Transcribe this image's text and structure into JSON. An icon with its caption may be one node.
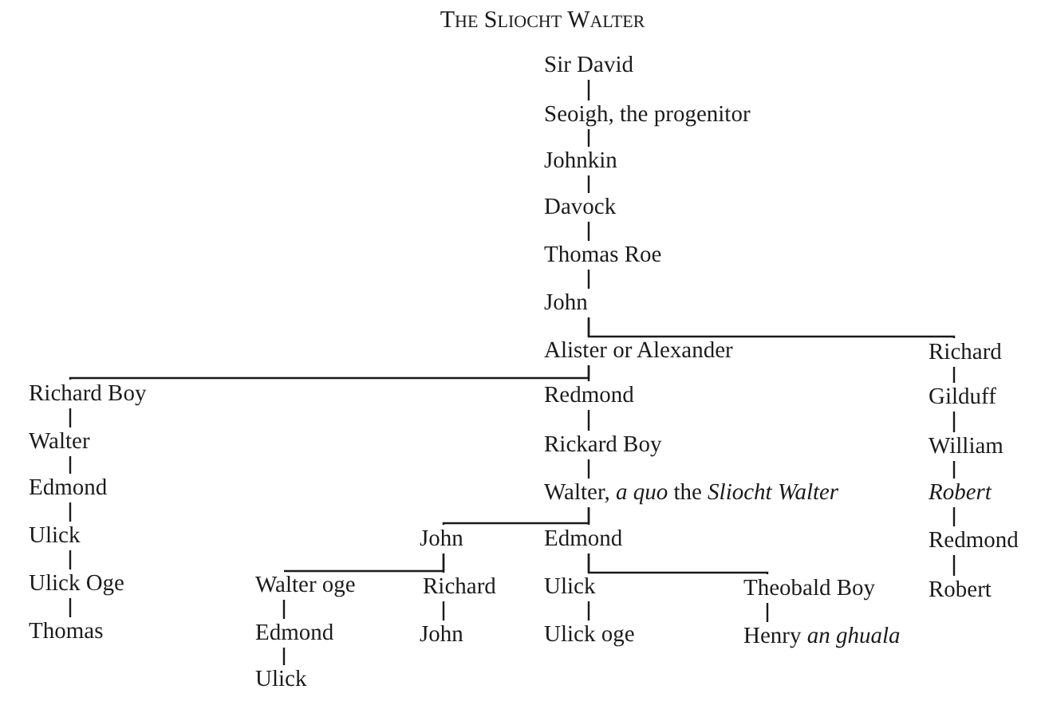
{
  "diagram": {
    "title": "The Sliocht Walter",
    "nodes": [
      {
        "text": [
          "Sir David"
        ]
      },
      {
        "text": [
          "Seoigh, the progenitor"
        ]
      },
      {
        "text": [
          "Johnkin"
        ]
      },
      {
        "text": [
          "Davock"
        ]
      },
      {
        "text": [
          "Thomas Roe"
        ]
      },
      {
        "text": [
          "John"
        ]
      },
      {
        "text": [
          "Alister or Alexander"
        ]
      },
      {
        "text": [
          "Richard"
        ]
      },
      {
        "text": [
          "Richard Boy"
        ]
      },
      {
        "text": [
          "Redmond"
        ]
      },
      {
        "text": [
          "Gilduff"
        ]
      },
      {
        "text": [
          "Walter"
        ]
      },
      {
        "text": [
          "Rickard Boy"
        ]
      },
      {
        "text": [
          "William"
        ]
      },
      {
        "text": [
          "Edmond"
        ]
      },
      {
        "text": [
          "Walter, *a quo* the *Sliocht Walter*"
        ]
      },
      {
        "text": [
          "Robert"
        ]
      },
      {
        "text": [
          "Ulick"
        ]
      },
      {
        "text": [
          "John"
        ]
      },
      {
        "text": [
          "Edmond"
        ]
      },
      {
        "text": [
          "Redmond"
        ]
      },
      {
        "text": [
          "Ulick Oge"
        ]
      },
      {
        "text": [
          "Walter oge"
        ]
      },
      {
        "text": [
          "Richard"
        ]
      },
      {
        "text": [
          "Ulick"
        ]
      },
      {
        "text": [
          "Theobald Boy"
        ]
      },
      {
        "text": [
          "Robert"
        ]
      },
      {
        "text": [
          "Thomas"
        ]
      },
      {
        "text": [
          "Edmond"
        ]
      },
      {
        "text": [
          "John"
        ]
      },
      {
        "text": [
          "Ulick oge"
        ]
      },
      {
        "text": [
          "Henry *an ghuala*"
        ]
      },
      {
        "text": [
          "Ulick"
        ]
      }
    ],
    "edges": [
      {
        "from": 0,
        "to": 1,
        "arrow": "none"
      },
      {
        "from": 1,
        "to": 2,
        "arrow": "none"
      },
      {
        "from": 2,
        "to": 3,
        "arrow": "none"
      },
      {
        "from": 3,
        "to": 4,
        "arrow": "none"
      },
      {
        "from": 4,
        "to": 5,
        "arrow": "none"
      },
      {
        "from": 5,
        "to": 6,
        "arrow": "none"
      },
      {
        "from": 5,
        "to": 7,
        "arrow": "none"
      },
      {
        "from": 6,
        "to": 8,
        "arrow": "none"
      },
      {
        "from": 6,
        "to": 9,
        "arrow": "none"
      },
      {
        "from": 7,
        "to": 10,
        "arrow": "none"
      },
      {
        "from": 8,
        "to": 11,
        "arrow": "none"
      },
      {
        "from": 9,
        "to": 12,
        "arrow": "none"
      },
      {
        "from": 10,
        "to": 13,
        "arrow": "none"
      },
      {
        "from": 11,
        "to": 14,
        "arrow": "none"
      },
      {
        "from": 12,
        "to": 15,
        "arrow": "none"
      },
      {
        "from": 13,
        "to": 16,
        "arrow": "none"
      },
      {
        "from": 14,
        "to": 17,
        "arrow": "none"
      },
      {
        "from": 15,
        "to": 18,
        "arrow": "none"
      },
      {
        "from": 15,
        "to": 19,
        "arrow": "none"
      },
      {
        "from": 16,
        "to": 20,
        "arrow": "none"
      },
      {
        "from": 17,
        "to": 21,
        "arrow": "none"
      },
      {
        "from": 18,
        "to": 22,
        "arrow": "none"
      },
      {
        "from": 18,
        "to": 23,
        "arrow": "none"
      },
      {
        "from": 19,
        "to": 24,
        "arrow": "none"
      },
      {
        "from": 19,
        "to": 25,
        "arrow": "none"
      },
      {
        "from": 20,
        "to": 26,
        "arrow": "none"
      },
      {
        "from": 21,
        "to": 27,
        "arrow": "none"
      },
      {
        "from": 22,
        "to": 28,
        "arrow": "none"
      },
      {
        "from": 23,
        "to": 29,
        "arrow": "none"
      },
      {
        "from": 24,
        "to": 30,
        "arrow": "none"
      },
      {
        "from": 25,
        "to": 31,
        "arrow": "none"
      },
      {
        "from": 28,
        "to": 32,
        "arrow": "none"
      }
    ]
  }
}
